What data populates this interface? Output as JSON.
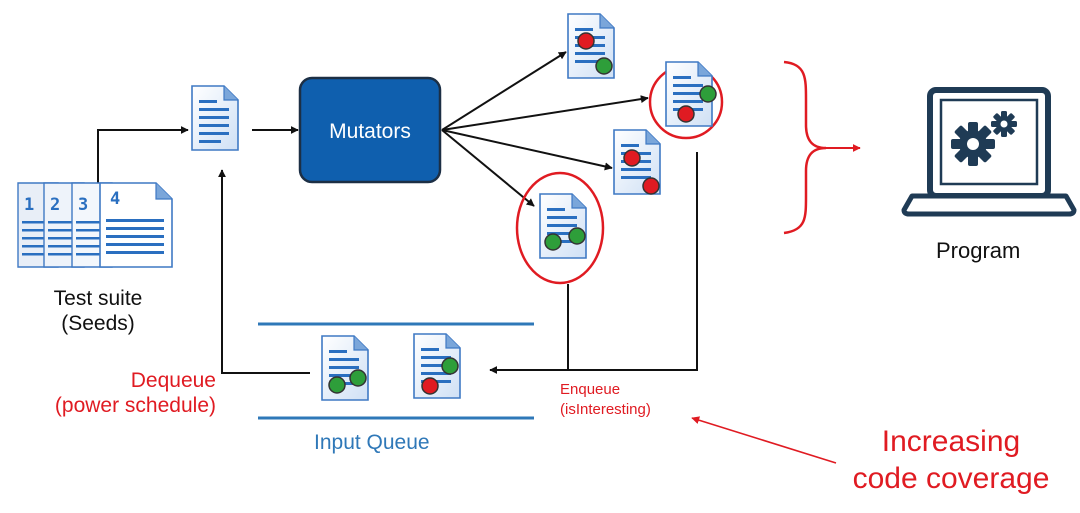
{
  "mutators": {
    "label": "Mutators"
  },
  "program": {
    "label": "Program"
  },
  "test_suite": {
    "line1": "Test suite",
    "line2": "(Seeds)",
    "page_numbers": [
      "1",
      "2",
      "3",
      "4"
    ]
  },
  "dequeue": {
    "line1": "Dequeue",
    "line2": "(power schedule)"
  },
  "input_queue": {
    "label": "Input Queue"
  },
  "enqueue": {
    "line1": "Enqueue",
    "line2": "(isInteresting)"
  },
  "coverage": {
    "line1": "Increasing",
    "line2": "code coverage"
  },
  "colors": {
    "mutators_box": "#0f5fae",
    "queue_lines": "#2f78b8",
    "highlight_red": "#e01b22",
    "marker_green": "#2e9e3a",
    "marker_red": "#e01b22",
    "laptop": "#1f3b55",
    "doc_lines": "#2a6fc0"
  }
}
